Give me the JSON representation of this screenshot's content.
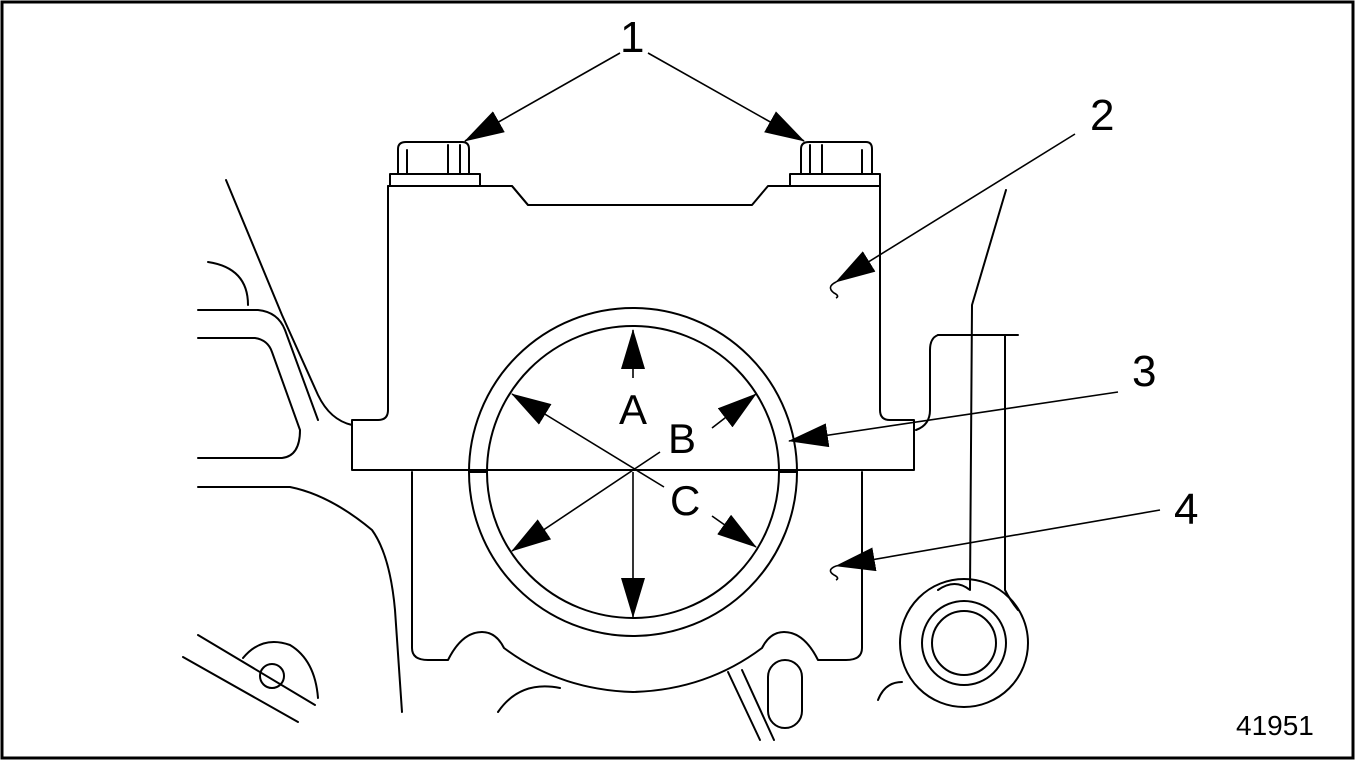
{
  "callouts": {
    "bolts": "1",
    "cap": "2",
    "bearing_shell": "3",
    "block": "4"
  },
  "dimensions": {
    "a": "A",
    "b": "B",
    "c": "C"
  },
  "figure_number": "41951"
}
